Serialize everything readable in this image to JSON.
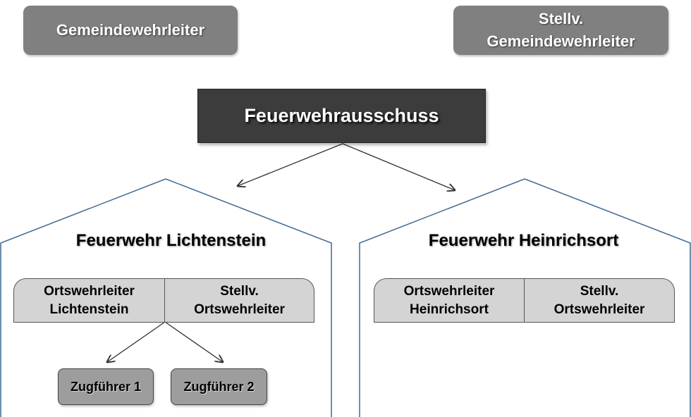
{
  "top_roles": {
    "left_label": "Gemeindewehrleiter",
    "right_line1": "Stellv.",
    "right_line2": "Gemeindewehrleiter"
  },
  "committee": {
    "label": "Feuerwehrausschuss"
  },
  "houses": [
    {
      "title": "Feuerwehr Lichtenstein",
      "leader_line1": "Ortswehrleiter",
      "leader_line2": "Lichtenstein",
      "deputy_line1": "Stellv.",
      "deputy_line2": "Ortswehrleiter",
      "squads": [
        "Zugführer 1",
        "Zugführer 2"
      ]
    },
    {
      "title": "Feuerwehr Heinrichsort",
      "leader_line1": "Ortswehrleiter",
      "leader_line2": "Heinrichsort",
      "deputy_line1": "Stellv.",
      "deputy_line2": "Ortswehrleiter"
    }
  ],
  "colors": {
    "top_role_fill": "#808080",
    "committee_fill": "#3c3c3c",
    "leader_fill": "#d4d4d4",
    "squad_fill": "#9d9d9d",
    "house_outline": "#3e6a92"
  }
}
